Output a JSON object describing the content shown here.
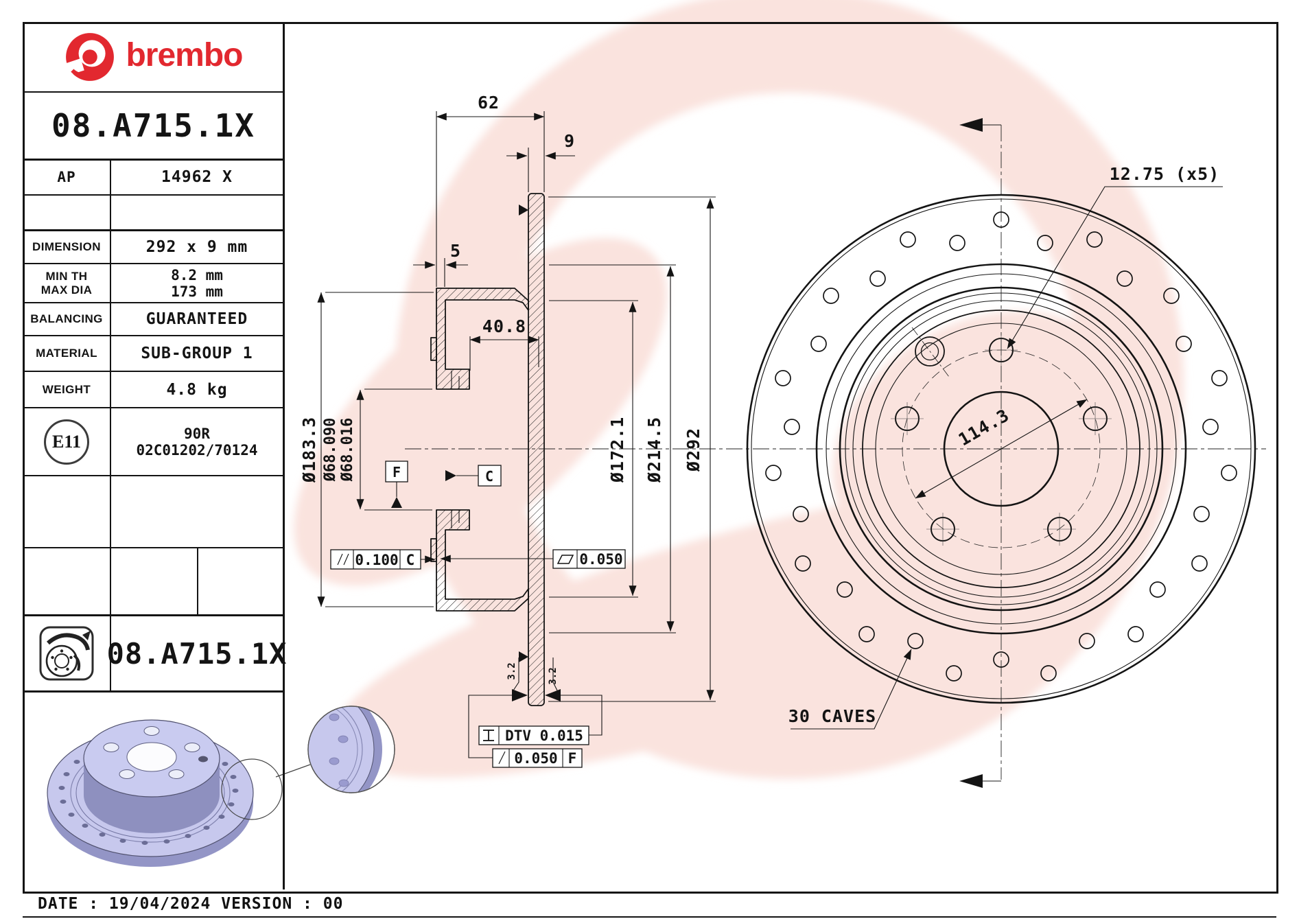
{
  "colors": {
    "brand_red": "#e2282f",
    "line_black": "#141414",
    "watermark_pink": "#fae3de",
    "render_purple_light": "#c7c8ed",
    "render_purple_mid": "#9395c6",
    "render_purple_dark": "#8e90bf"
  },
  "header": {
    "brand": "brembo",
    "part_number": "08.A715.1X"
  },
  "specs": {
    "ap": {
      "label": "AP",
      "value": "14962 X"
    },
    "dimension": {
      "label": "DIMENSION",
      "value": "292 x 9 mm"
    },
    "min_th": {
      "label": "MIN TH",
      "value": "8.2 mm"
    },
    "max_dia": {
      "label": "MAX DIA",
      "value": "173 mm"
    },
    "balancing": {
      "label": "BALANCING",
      "value": "GUARANTEED"
    },
    "material": {
      "label": "MATERIAL",
      "value": "SUB-GROUP 1"
    },
    "weight": {
      "label": "WEIGHT",
      "value": "4.8 kg"
    }
  },
  "homologation": {
    "mark": "E11",
    "line1": "90R",
    "line2": "02C01202/70124"
  },
  "footer_block": {
    "part_number": "08.A715.1X"
  },
  "footer": {
    "text": "DATE : 19/04/2024 VERSION : 00"
  },
  "drawing": {
    "dims": {
      "overall_width": "62",
      "disc_thickness": "9",
      "flange_thickness": "5",
      "hat_depth": "40.8",
      "hat_outer_dia": "Ø183.3",
      "bore_dia_max": "Ø68.090",
      "bore_dia_min": "Ø68.016",
      "drum_inner_dia": "Ø172.1",
      "shoulder_dia": "Ø214.5",
      "outer_dia": "Ø292",
      "bolt_circle": "114.3",
      "bolt_holes": "12.75 (x5)",
      "caves": "30 CAVES"
    },
    "tolerances": {
      "parallelism_value": "0.100",
      "parallelism_datum": "C",
      "flatness_value": "0.050",
      "dtv_value": "DTV 0.015",
      "runout_value": "0.050",
      "runout_datum": "F",
      "roughness": "3.2"
    },
    "datums": {
      "f": "F",
      "c": "C"
    }
  }
}
